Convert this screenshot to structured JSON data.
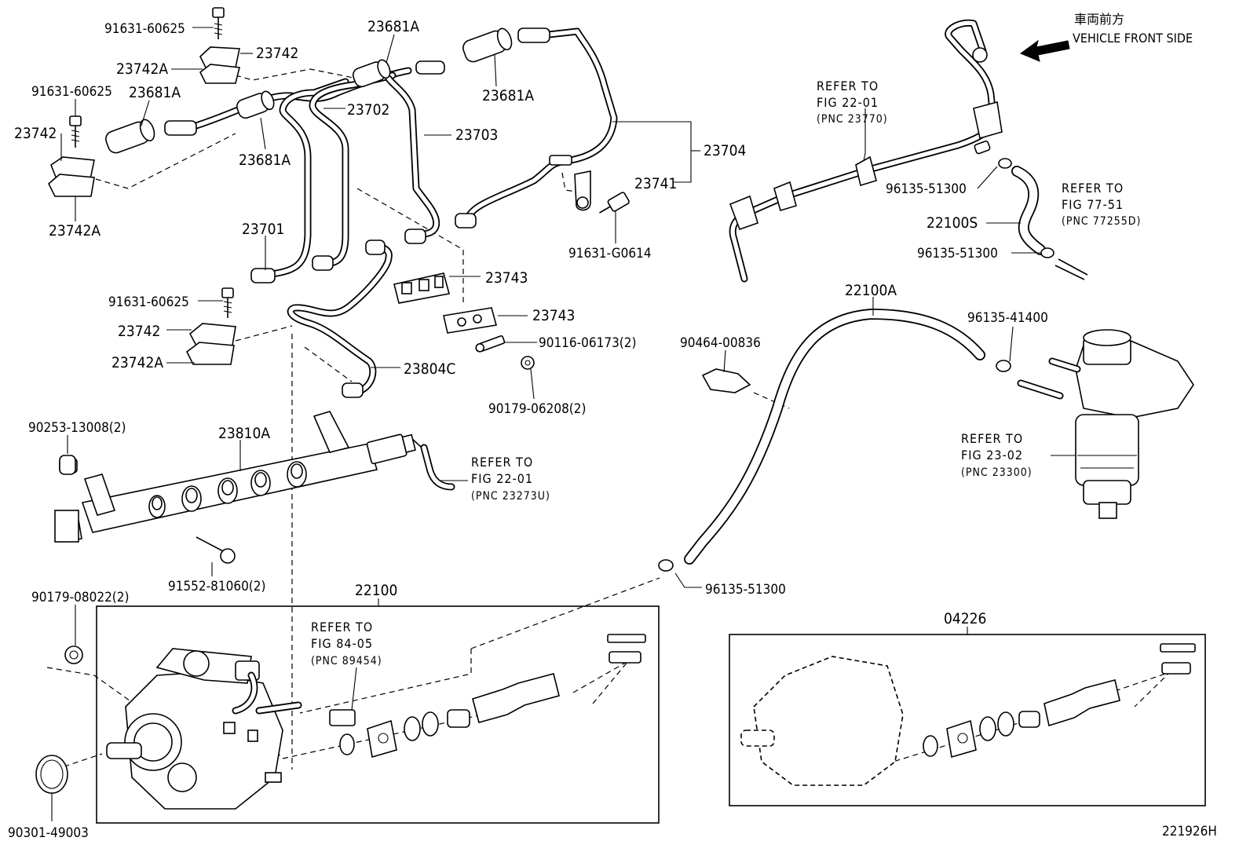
{
  "diagram": {
    "header_jp": "車両前方",
    "header_en": "VEHICLE FRONT SIDE",
    "footer_code": "221926H"
  },
  "parts": {
    "p_91631_60625_a": "91631-60625",
    "p_23742_a": "23742",
    "p_23742A_a": "23742A",
    "p_23681A_top": "23681A",
    "p_23681A_right": "23681A",
    "p_91631_60625_b": "91631-60625",
    "p_23681A_left": "23681A",
    "p_23742_b": "23742",
    "p_23702": "23702",
    "p_23681A_mid": "23681A",
    "p_23703": "23703",
    "p_23704": "23704",
    "p_23742A_b": "23742A",
    "p_23741": "23741",
    "p_91631_G0614": "91631-G0614",
    "p_23701": "23701",
    "p_23743_a": "23743",
    "p_23743_b": "23743",
    "p_91631_60625_c": "91631-60625",
    "p_23742_c": "23742",
    "p_23742A_c": "23742A",
    "p_90116_06173": "90116-06173(2)",
    "p_90179_06208": "90179-06208(2)",
    "p_23804C": "23804C",
    "p_90253_13008": "90253-13008(2)",
    "p_23810A": "23810A",
    "p_91552_81060": "91552-81060(2)",
    "p_90179_08022": "90179-08022(2)",
    "p_22100": "22100",
    "p_90301_49003": "90301-49003",
    "p_96135_51300_a": "96135-51300",
    "p_22100S": "22100S",
    "p_96135_51300_b": "96135-51300",
    "p_22100A": "22100A",
    "p_96135_41400": "96135-41400",
    "p_90464_00836": "90464-00836",
    "p_96135_51300_c": "96135-51300",
    "p_04226": "04226"
  },
  "references": {
    "ref_22_01_top": {
      "line1": "REFER TO",
      "line2": "FIG 22-01",
      "pnc": "(PNC 23770)"
    },
    "ref_77_51": {
      "line1": "REFER TO",
      "line2": "FIG 77-51",
      "pnc": "(PNC 77255D)"
    },
    "ref_22_01_rail": {
      "line1": "REFER TO",
      "line2": "FIG 22-01",
      "pnc": "(PNC 23273U)"
    },
    "ref_23_02": {
      "line1": "REFER TO",
      "line2": "FIG 23-02",
      "pnc": "(PNC 23300)"
    },
    "ref_84_05": {
      "line1": "REFER TO",
      "line2": "FIG 84-05",
      "pnc": "(PNC 89454)"
    }
  }
}
